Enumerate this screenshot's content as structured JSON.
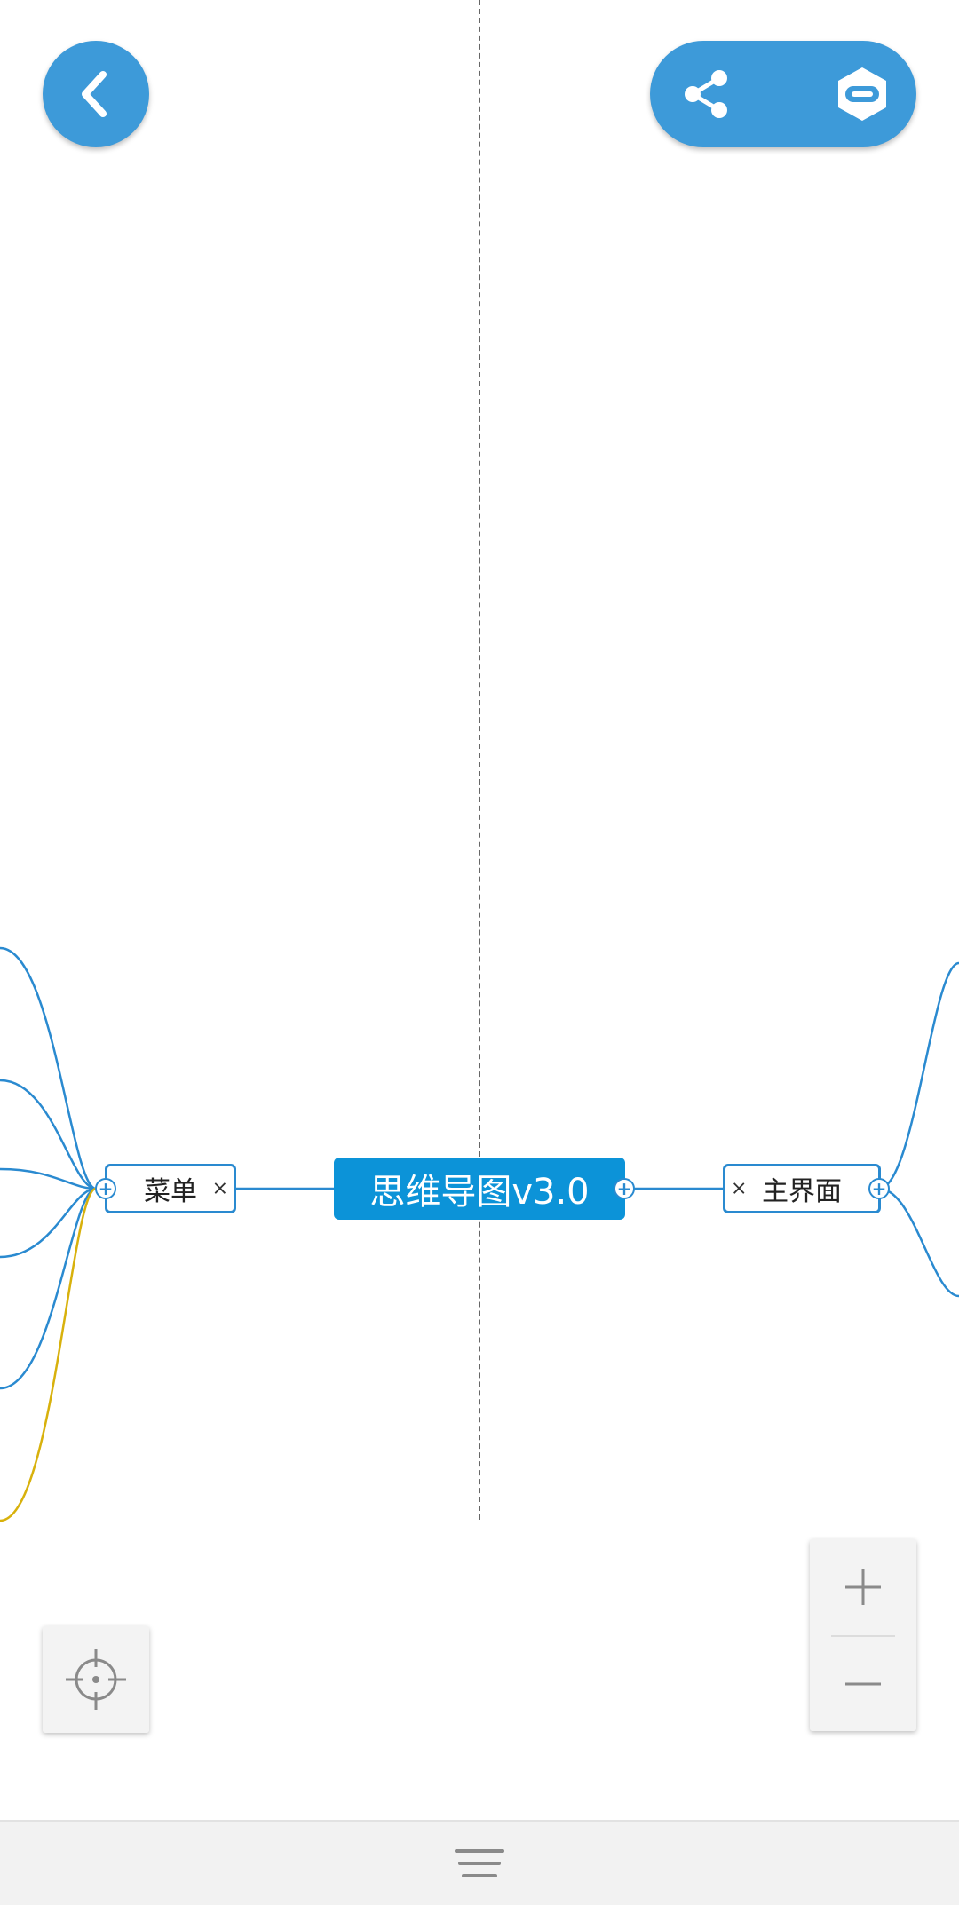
{
  "colors": {
    "accent": "#3d9ad9",
    "root_fill": "#0c93d8",
    "link_blue": "#2a8ad0",
    "link_yellow": "#d8b10c",
    "toolbar_bg": "#f2f2f2"
  },
  "header": {
    "back_icon": "chevron-left-icon",
    "share_icon": "share-icon",
    "mode_icon": "hexagon-toggle-icon"
  },
  "mindmap": {
    "root": {
      "label": "思维导图v3.0"
    },
    "left_node": {
      "label": "菜单",
      "close": "×",
      "expand": "+"
    },
    "right_node": {
      "label": "主界面",
      "close": "×",
      "expand": "+"
    },
    "root_expand": "+"
  },
  "controls": {
    "zoom_in": "+",
    "zoom_out": "—",
    "locate_icon": "crosshair-icon",
    "menu_icon": "hamburger-icon"
  }
}
